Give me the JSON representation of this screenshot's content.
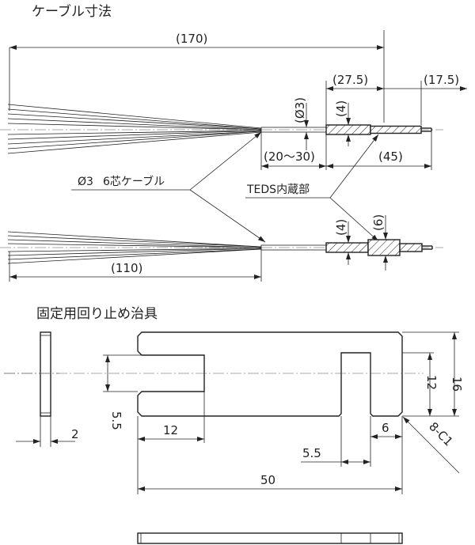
{
  "titles": {
    "cable": "ケーブル寸法",
    "jig": "固定用回り止め治具"
  },
  "cable_dims": {
    "total_length": "(170)",
    "seg_a": "(27.5)",
    "seg_b": "(17.5)",
    "sheath_dia": "(Ø3)",
    "sensor_dia": "(4)",
    "strip_range": "(20〜30)",
    "sensor_len": "(45)",
    "lower_dia": "(4)",
    "lower_teds_dia": "(6)",
    "lower_length": "(110)"
  },
  "labels": {
    "cable_type_dia": "Ø3",
    "cable_type": "6芯ケーブル",
    "teds": "TEDS内蔵部"
  },
  "jig_dims": {
    "thickness": "2",
    "slot_width": "5.5",
    "slot_depth": "12",
    "notch_offset": "5.5",
    "notch_width": "6",
    "length": "50",
    "notch_height": "12",
    "height": "16",
    "chamfer": "8-C1"
  }
}
